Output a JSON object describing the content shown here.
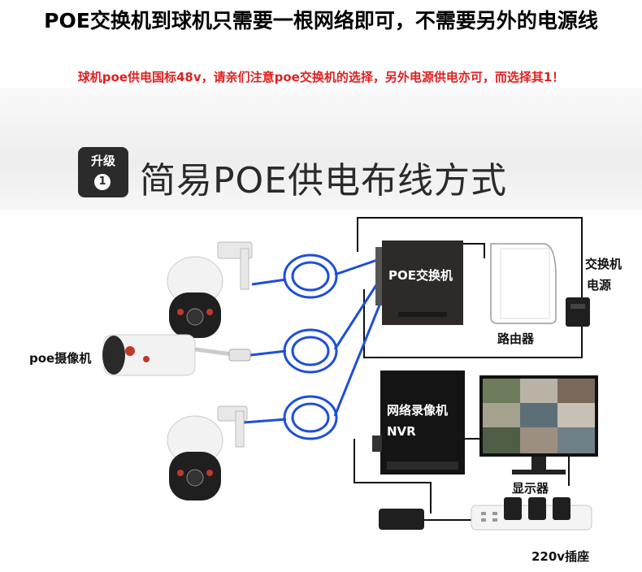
{
  "header": {
    "title": "POE交换机到球机只需要一根网络即可，不需要另外的电源线",
    "subtitle": "球机poe供电国标48v，请亲们注意poe交换机的选择，另外电源供电亦可，而选择其1！"
  },
  "section": {
    "badge_label": "升级",
    "badge_number": "1",
    "heading": "简易POE供电布线方式"
  },
  "diagram": {
    "poe_switch_label": "POE交换机",
    "router_label": "路由器",
    "switch_power_label_1": "交换机",
    "switch_power_label_2": "电源",
    "camera_label": "poe摄像机",
    "nvr_label_1": "网络录像机",
    "nvr_label_2": "NVR",
    "monitor_label": "显示器",
    "power_strip_label": "220v插座"
  },
  "colors": {
    "subtitle_red": "#e02020",
    "cable_blue": "#1e4fd8",
    "device_dark": "#2a2a2a"
  }
}
